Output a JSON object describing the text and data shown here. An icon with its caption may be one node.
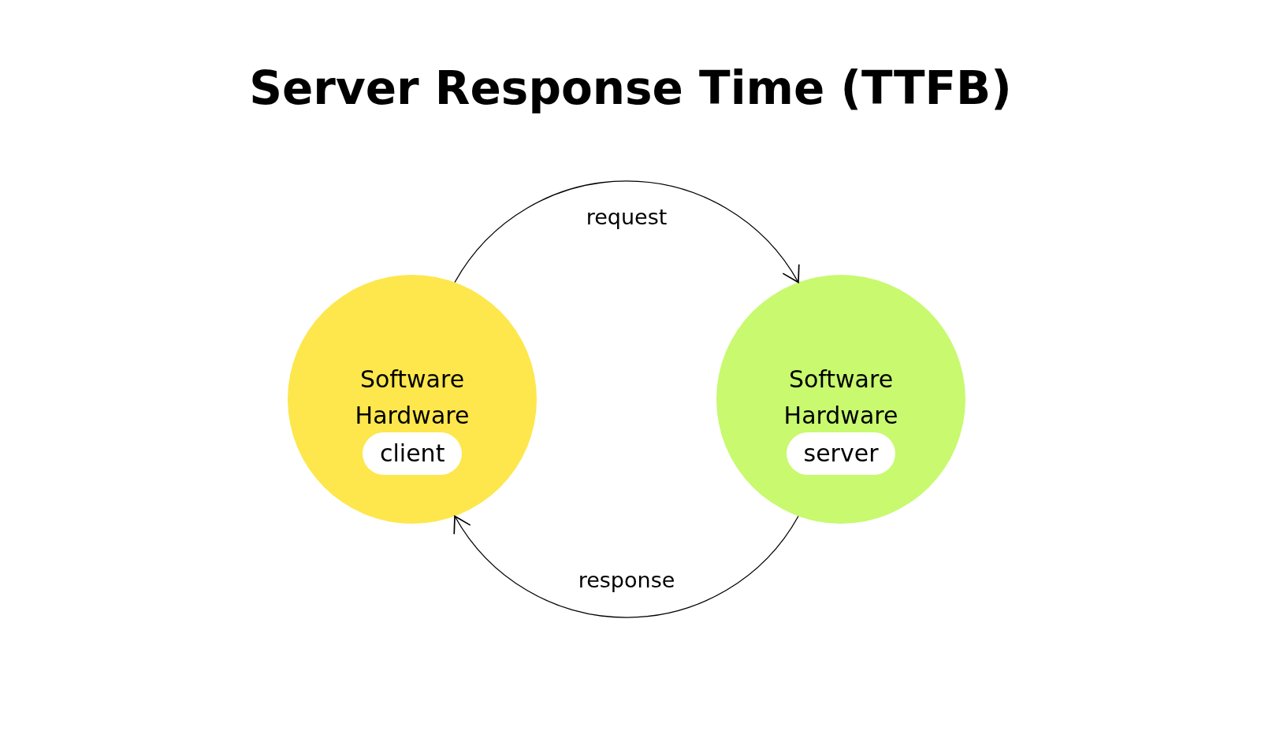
{
  "diagram": {
    "title": "Server Response Time (TTFB)",
    "nodes": [
      {
        "text": [
          "Software Hardware"
        ]
      },
      {
        "text": [
          "client"
        ],
        "in": 0
      },
      {
        "text": [
          "Software Hardware"
        ]
      },
      {
        "text": [
          "server"
        ],
        "in": 2
      }
    ],
    "edges": [
      {
        "from": 0,
        "to": 2,
        "arrow": "to",
        "label": "request"
      },
      {
        "from": 2,
        "to": 0,
        "arrow": "to",
        "label": "response"
      }
    ]
  }
}
